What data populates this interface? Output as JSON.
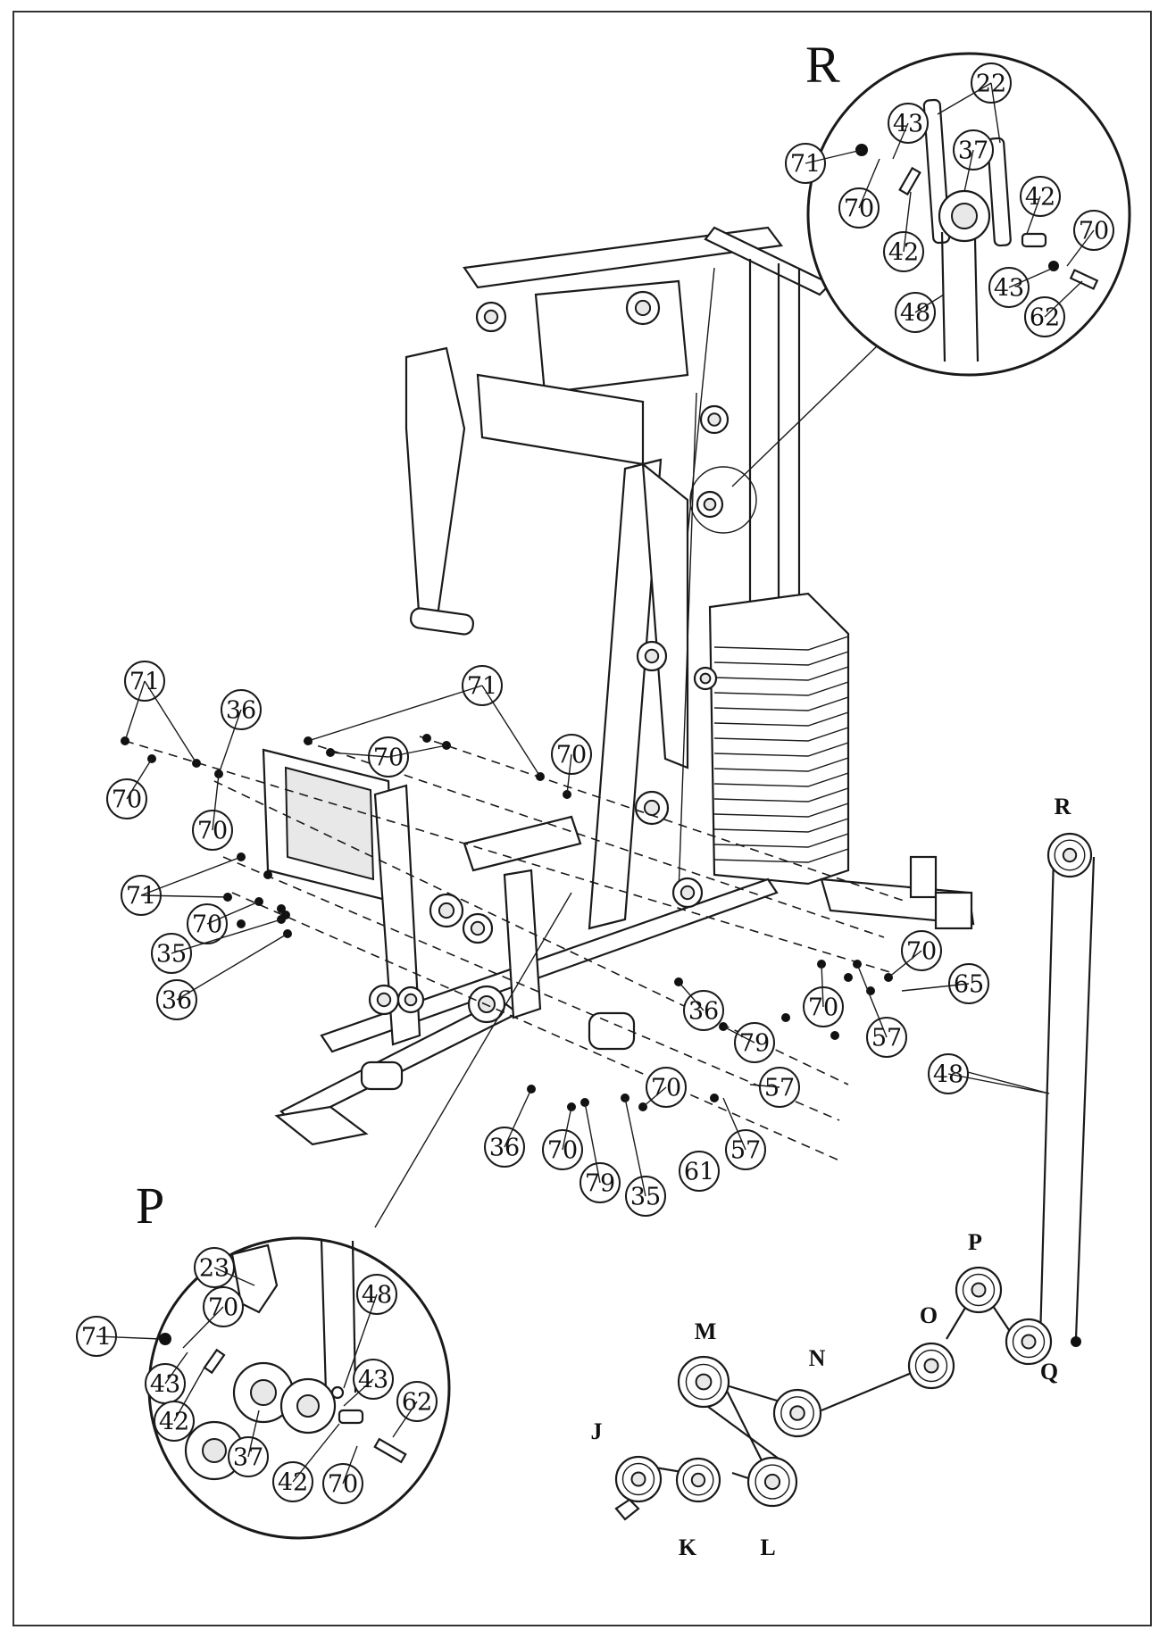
{
  "detail_labels": {
    "top_right": "R",
    "bottom_left": "P"
  },
  "pulley_letters": [
    "R",
    "M",
    "N",
    "O",
    "P",
    "Q",
    "J",
    "K",
    "L"
  ],
  "callouts": {
    "r_detail": [
      "71",
      "70",
      "43",
      "42",
      "37",
      "22",
      "42",
      "70",
      "43",
      "62",
      "48"
    ],
    "main_left": [
      "71",
      "36",
      "70",
      "70",
      "71",
      "70",
      "35",
      "36"
    ],
    "main_center": [
      "71",
      "70",
      "70"
    ],
    "main_right": [
      "70",
      "65",
      "70",
      "57",
      "36",
      "79",
      "57",
      "70",
      "57",
      "36",
      "70",
      "79",
      "35",
      "61"
    ],
    "cable": [
      "48"
    ],
    "p_detail": [
      "23",
      "70",
      "71",
      "43",
      "42",
      "37",
      "42",
      "70",
      "43",
      "62",
      "48"
    ]
  }
}
